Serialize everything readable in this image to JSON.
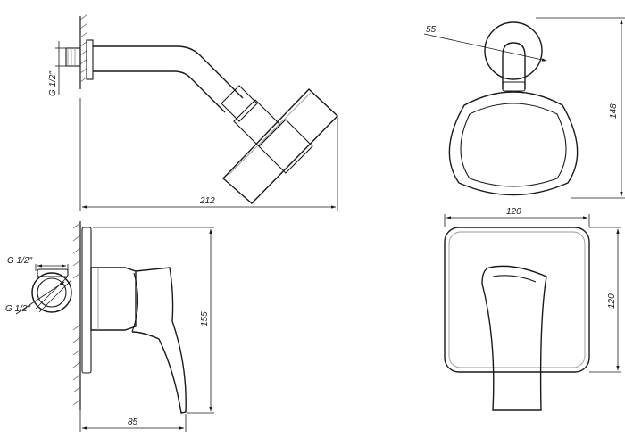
{
  "drawing": {
    "shower_head": {
      "thread_label": "G 1/2\"",
      "length_label": "212",
      "arm_diameter_label": "55",
      "height_label": "148"
    },
    "mixer": {
      "thread_top_label": "G 1/2\"",
      "thread_side_label": "G 1/2\"",
      "depth_label": "85",
      "height_label": "155",
      "plate_width_label": "120",
      "plate_height_label": "120"
    }
  }
}
